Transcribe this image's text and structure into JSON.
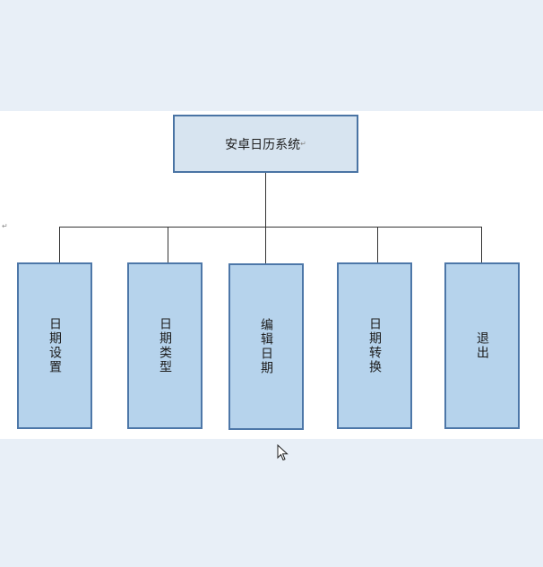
{
  "diagram": {
    "root": {
      "label": "安卓日历系统"
    },
    "children": [
      {
        "label": "日期设置"
      },
      {
        "label": "日期类型"
      },
      {
        "label": "编辑日期"
      },
      {
        "label": "日期转换"
      },
      {
        "label": "退出"
      }
    ],
    "paragraph_mark": "↵"
  },
  "colors": {
    "root_fill": "#d7e4f0",
    "child_fill": "#b6d3ec",
    "border": "#4a74a4",
    "connector": "#333333"
  },
  "icons": {
    "cursor": "mouse-pointer-icon"
  }
}
